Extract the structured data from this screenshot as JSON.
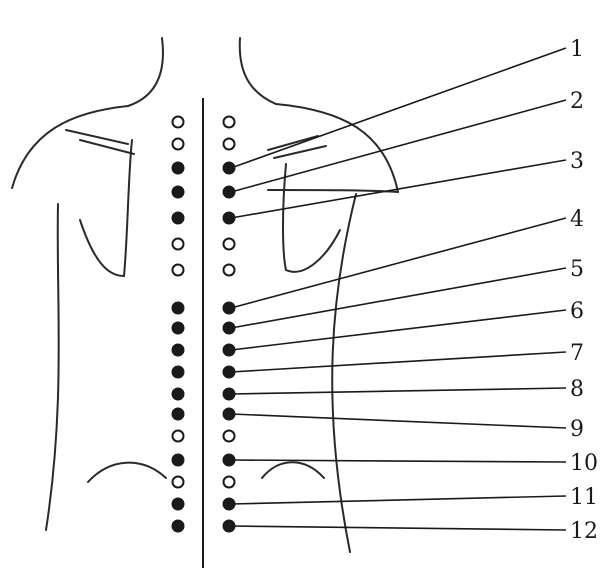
{
  "diagram": {
    "labels": [
      "1",
      "2",
      "3",
      "4",
      "5",
      "6",
      "7",
      "8",
      "9",
      "10",
      "11",
      "12"
    ],
    "left_column": [
      "open",
      "open",
      "filled",
      "filled",
      "filled",
      "open",
      "open",
      "filled",
      "filled",
      "filled",
      "filled",
      "filled",
      "filled",
      "open",
      "filled",
      "open",
      "filled",
      "filled"
    ],
    "right_column": [
      "open",
      "open",
      "filled",
      "filled",
      "filled",
      "open",
      "open",
      "filled",
      "filled",
      "filled",
      "filled",
      "filled",
      "filled",
      "open",
      "filled",
      "open",
      "filled",
      "filled"
    ]
  },
  "colors": {
    "stroke": "#1a1a1a",
    "outline": "#2a2a2a",
    "background": "#ffffff"
  }
}
